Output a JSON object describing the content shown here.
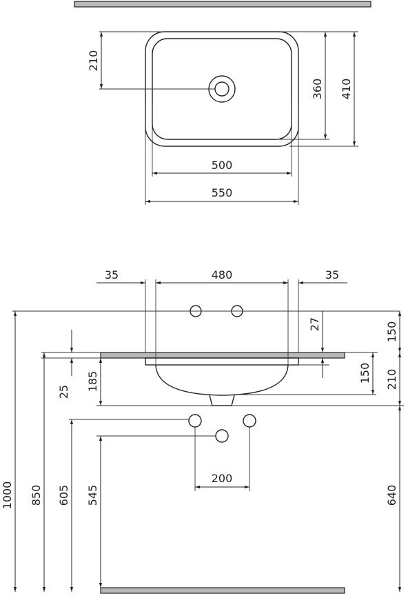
{
  "top_view": {
    "dims": {
      "d210": "210",
      "d360": "360",
      "d410": "410",
      "d500": "500",
      "d550": "550"
    }
  },
  "front_view": {
    "dims": {
      "d35_left": "35",
      "d480": "480",
      "d35_right": "35",
      "d27": "27",
      "d150_top": "150",
      "d150_mid": "150",
      "d210": "210",
      "d185": "185",
      "d25": "25",
      "d200": "200",
      "d1000": "1000",
      "d850": "850",
      "d605": "605",
      "d545": "545",
      "d640": "640"
    }
  },
  "colors": {
    "line": "#222222",
    "hatch": "#b8b8b8"
  }
}
